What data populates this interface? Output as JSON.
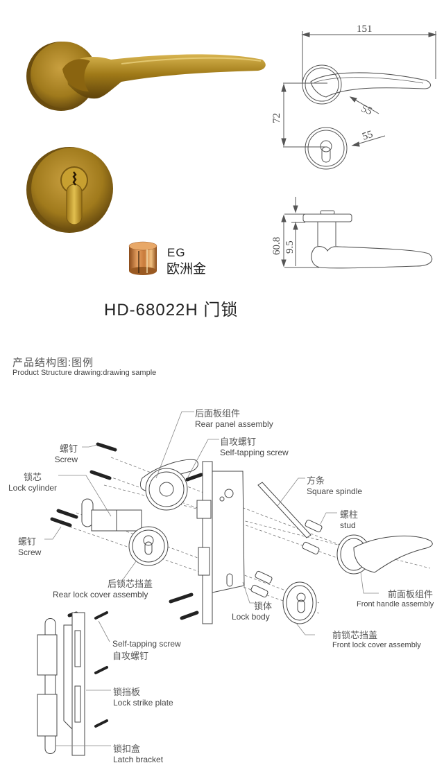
{
  "product": {
    "model_title": "HD-68022H 门锁",
    "finish": {
      "code": "EG",
      "name": "欧洲金",
      "swatch_color": "#c8783a"
    }
  },
  "colors": {
    "brass_dark": "#7a5a12",
    "brass_mid": "#b08a2a",
    "brass_light": "#e0c060",
    "line": "#555555"
  },
  "dimensions": {
    "handle_length": "151",
    "rose_diameter_top": "55",
    "cylinder_rose_diameter": "55",
    "center_distance": "72",
    "projection": "60.8",
    "rose_thickness": "9.5"
  },
  "structure_section": {
    "title_cn": "产品结构图:图例",
    "title_en": "Product Structure drawing:drawing sample"
  },
  "parts": [
    {
      "id": "rear_panel",
      "cn": "后面板组件",
      "en": "Rear panel assembly"
    },
    {
      "id": "self_tapping_1",
      "cn": "自攻螺钉",
      "en": "Self-tapping screw"
    },
    {
      "id": "screw_1",
      "cn": "螺钉",
      "en": "Screw"
    },
    {
      "id": "lock_cylinder",
      "cn": "锁芯",
      "en": "Lock cylinder"
    },
    {
      "id": "square_spindle",
      "cn": "方条",
      "en": "Square spindle"
    },
    {
      "id": "stud",
      "cn": "螺柱",
      "en": "stud"
    },
    {
      "id": "screw_2",
      "cn": "螺钉",
      "en": "Screw"
    },
    {
      "id": "rear_lock_cover",
      "cn": "后锁芯挡盖",
      "en": "Rear lock cover assembly"
    },
    {
      "id": "front_handle",
      "cn": "前面板组件",
      "en": "Front handle assembly"
    },
    {
      "id": "lock_body",
      "cn": "锁体",
      "en": "Lock body"
    },
    {
      "id": "front_lock_cover",
      "cn": "前锁芯挡盖",
      "en": "Front lock cover assembly"
    },
    {
      "id": "self_tapping_2",
      "cn": "自攻螺钉",
      "en": "Self-tapping screw"
    },
    {
      "id": "strike_plate",
      "cn": "锁挡板",
      "en": "Lock strike plate"
    },
    {
      "id": "latch_bracket",
      "cn": "锁扣盒",
      "en": "Latch bracket"
    }
  ]
}
